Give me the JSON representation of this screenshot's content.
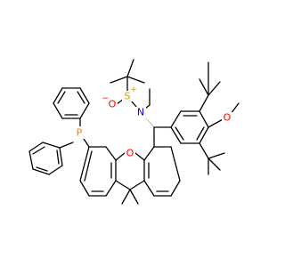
{
  "atoms": {
    "phosphorus": {
      "label": "P",
      "color": "#FF8000"
    },
    "sulfur": {
      "label": "S",
      "color": "#C8A000"
    },
    "sulfur_charge": {
      "label": "+",
      "color": "#C8A000"
    },
    "oxygen_sulfinyl": {
      "label": "O",
      "color": "#FF0000"
    },
    "oxygen_charge": {
      "label": "−",
      "color": "#FF0000"
    },
    "nitrogen": {
      "label": "N",
      "color": "#0000FF"
    },
    "oxygen_xanthene": {
      "label": "O",
      "color": "#FF0000"
    },
    "oxygen_methoxy": {
      "label": "O",
      "color": "#FF0000"
    }
  },
  "colors": {
    "bond": "#000000",
    "background": "#FFFFFF"
  }
}
